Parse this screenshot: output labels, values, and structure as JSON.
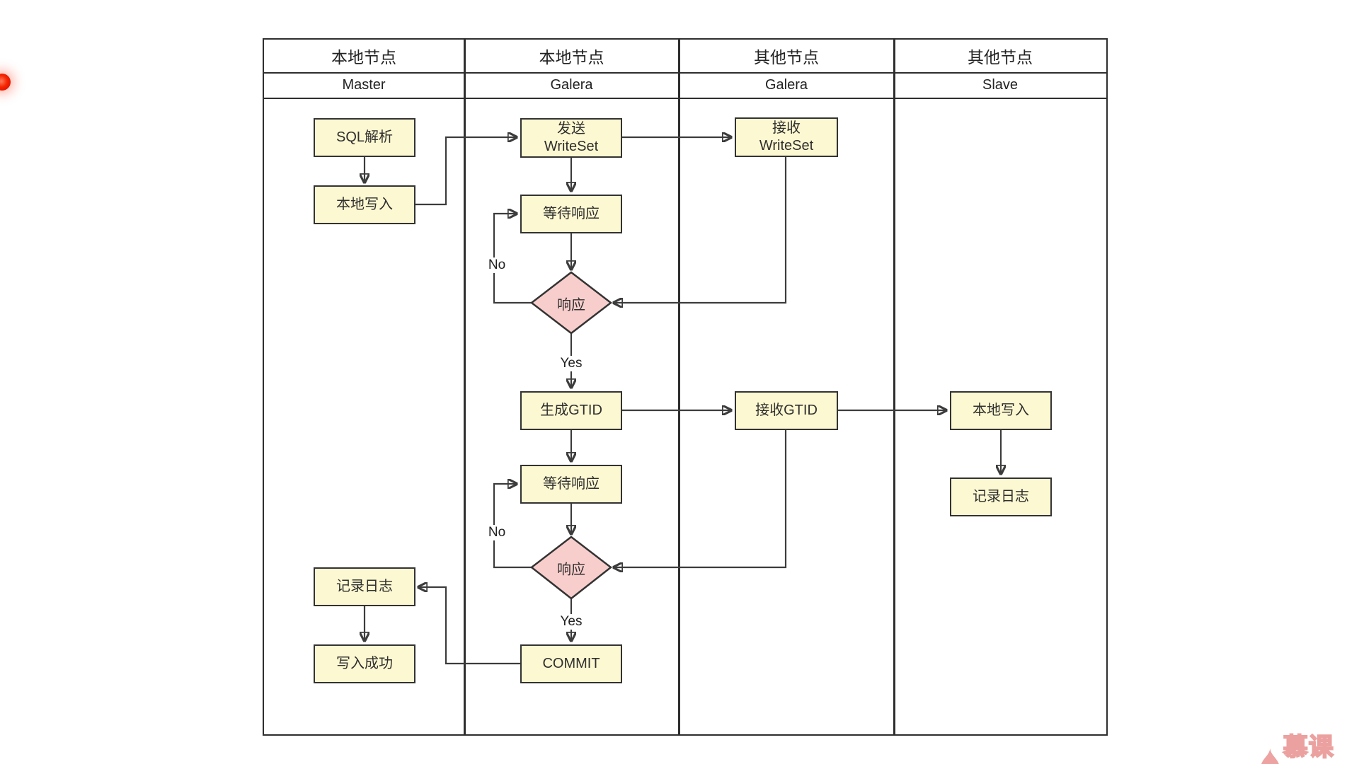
{
  "diagram": {
    "lanes": [
      {
        "title": "本地节点",
        "subtitle": "Master"
      },
      {
        "title": "本地节点",
        "subtitle": "Galera"
      },
      {
        "title": "其他节点",
        "subtitle": "Galera"
      },
      {
        "title": "其他节点",
        "subtitle": "Slave"
      }
    ],
    "nodes": {
      "sql_parse": {
        "label": "SQL解析"
      },
      "local_write_master": {
        "label": "本地写入"
      },
      "send_writeset": {
        "label": "发送\nWriteSet"
      },
      "wait_response_1": {
        "label": "等待响应"
      },
      "response_1": {
        "label": "响应"
      },
      "generate_gtid": {
        "label": "生成GTID"
      },
      "wait_response_2": {
        "label": "等待响应"
      },
      "response_2": {
        "label": "响应"
      },
      "commit": {
        "label": "COMMIT"
      },
      "receive_writeset": {
        "label": "接收\nWriteSet"
      },
      "receive_gtid": {
        "label": "接收GTID"
      },
      "local_write_slave": {
        "label": "本地写入"
      },
      "log_slave": {
        "label": "记录日志"
      },
      "log_master": {
        "label": "记录日志"
      },
      "write_success": {
        "label": "写入成功"
      }
    },
    "edge_labels": {
      "no_1": "No",
      "yes_1": "Yes",
      "no_2": "No",
      "yes_2": "Yes"
    },
    "colors": {
      "process_fill": "#fcf8d1",
      "decision_fill": "#f8cecc",
      "border": "#333333",
      "line": "#3c3c3c"
    }
  },
  "watermark": {
    "label": "慕课网"
  },
  "recording_indicator": {
    "color": "#f52500"
  }
}
